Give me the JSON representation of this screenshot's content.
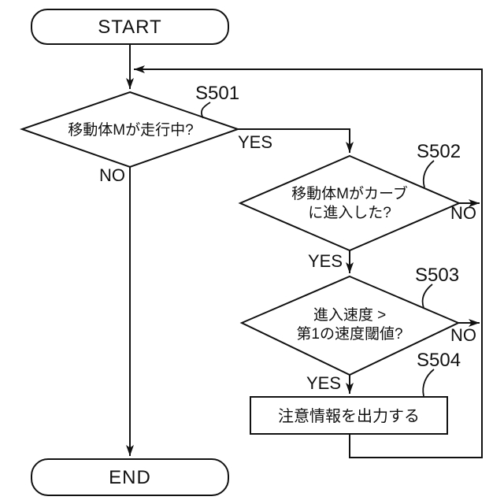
{
  "figure": {
    "background_color": "#ffffff",
    "line_color": "#111111",
    "nodes": {
      "start": {
        "label": "START"
      },
      "end": {
        "label": "END"
      },
      "s501": {
        "step_id": "S501",
        "question": "移動体Mが走行中?"
      },
      "s502": {
        "step_id": "S502",
        "question_line1": "移動体Mがカーブ",
        "question_line2": "に進入した?"
      },
      "s503": {
        "step_id": "S503",
        "question_line1": "進入速度 >",
        "question_line2": "第1の速度閾値?"
      },
      "s504": {
        "step_id": "S504",
        "action": "注意情報を出力する"
      }
    },
    "edge_labels": {
      "s501_yes": "YES",
      "s501_no": "NO",
      "s502_yes": "YES",
      "s502_no": "NO",
      "s503_yes": "YES",
      "s503_no": "NO"
    }
  }
}
